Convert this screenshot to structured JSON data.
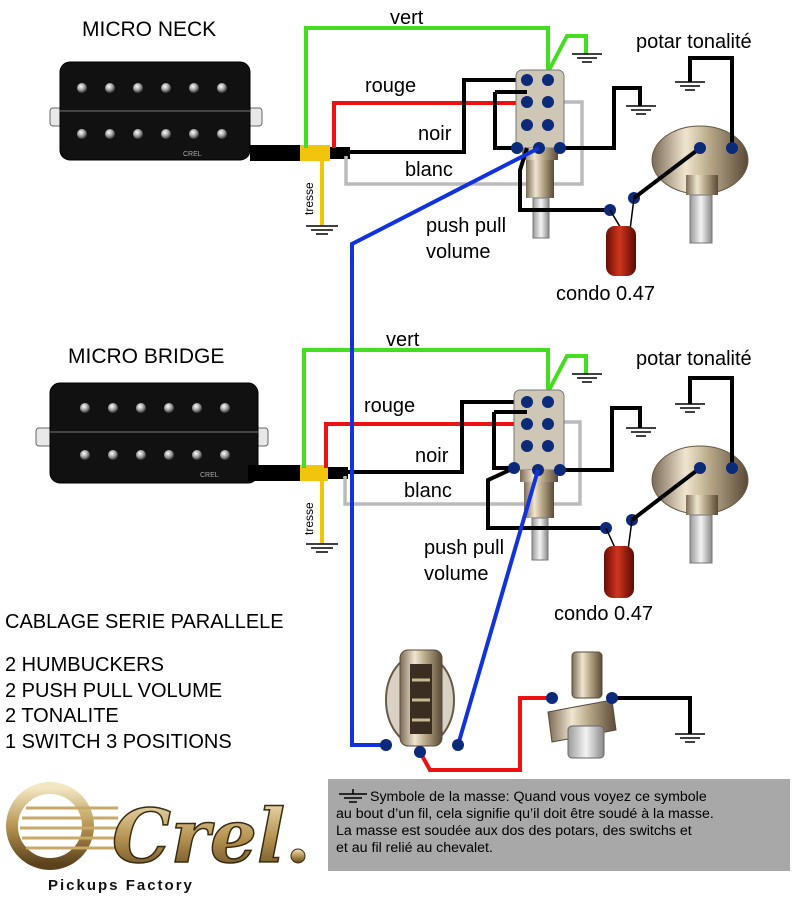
{
  "neck_section": {
    "pickup_title": "MICRO NECK",
    "tone_pot": "potar tonalité",
    "wires": {
      "green": "vert",
      "red": "rouge",
      "black": "noir",
      "white": "blanc"
    },
    "braid": "tresse",
    "volume_pot": [
      "push pull",
      "volume"
    ],
    "capacitor": "condo 0.47",
    "pickup_brand": "CREL"
  },
  "bridge_section": {
    "pickup_title": "MICRO BRIDGE",
    "tone_pot": "potar tonalité",
    "wires": {
      "green": "vert",
      "red": "rouge",
      "black": "noir",
      "white": "blanc"
    },
    "braid": "tresse",
    "volume_pot": [
      "push pull",
      "volume"
    ],
    "capacitor": "condo 0.47",
    "pickup_brand": "CREL"
  },
  "summary": {
    "title": "CABLAGE SERIE PARALLELE",
    "lines": [
      "2 HUMBUCKERS",
      "2 PUSH PULL VOLUME",
      "2 TONALITE",
      "1 SWITCH 3 POSITIONS"
    ]
  },
  "legend": {
    "line1": "Symbole de la masse: Quand vous voyez ce symbole",
    "line2": "au bout d’un fil, cela signifie qu’il doit être soudé à la masse.",
    "line3": "La masse est soudée aux dos des potars, des switchs et",
    "line4": "et au fil relié au chevalet."
  },
  "logo": {
    "brand": "Crel",
    "tagline": "Pickups Factory"
  },
  "colors": {
    "green_wire": "#44dd22",
    "red_wire": "#ee1111",
    "black_wire": "#000000",
    "white_wire": "#bbbbbb",
    "blue_wire": "#1133dd",
    "braid": "#f2c40c",
    "solder_dot": "#0b2a7a",
    "capacitor": "#b02010",
    "legend_bg": "#a8a8a8"
  }
}
